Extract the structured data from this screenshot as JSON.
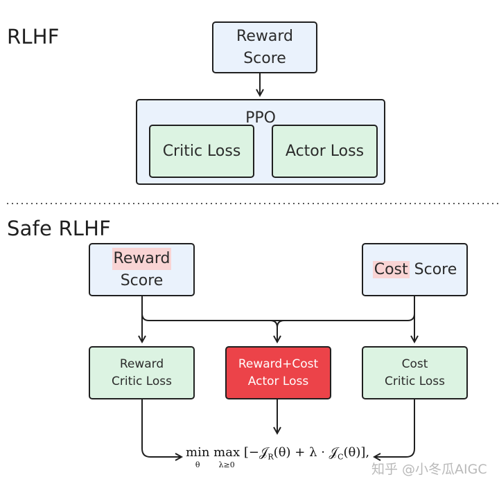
{
  "rlhf": {
    "title": "RLHF",
    "reward_line1": "Reward",
    "reward_line2": "Score",
    "ppo_label": "PPO",
    "critic_loss": "Critic Loss",
    "actor_loss": "Actor Loss"
  },
  "safe_rlhf": {
    "title": "Safe RLHF",
    "reward_score_hl": "Reward",
    "reward_score_rest": "Score",
    "cost_score_hl": "Cost",
    "cost_score_rest": " Score",
    "reward_critic_line1": "Reward",
    "reward_critic_line2": "Critic Loss",
    "combined_actor_line1": "Reward+Cost",
    "combined_actor_line2": "Actor Loss",
    "cost_critic_line1": "Cost",
    "cost_critic_line2": "Critic Loss"
  },
  "formula": {
    "min": "min",
    "min_sub": "θ",
    "max": "max",
    "max_sub": "λ≥0",
    "body": "[−𝒥",
    "r_sub": "R",
    "mid": "(θ) + λ · 𝒥",
    "c_sub": "C",
    "end": "(θ)],"
  },
  "watermark": "知乎 @小冬瓜AIGC",
  "colors": {
    "blue_box": "#eaf2fc",
    "green_box": "#dcf3e2",
    "red_box": "#ec4349",
    "highlight": "#f9d4d4"
  }
}
